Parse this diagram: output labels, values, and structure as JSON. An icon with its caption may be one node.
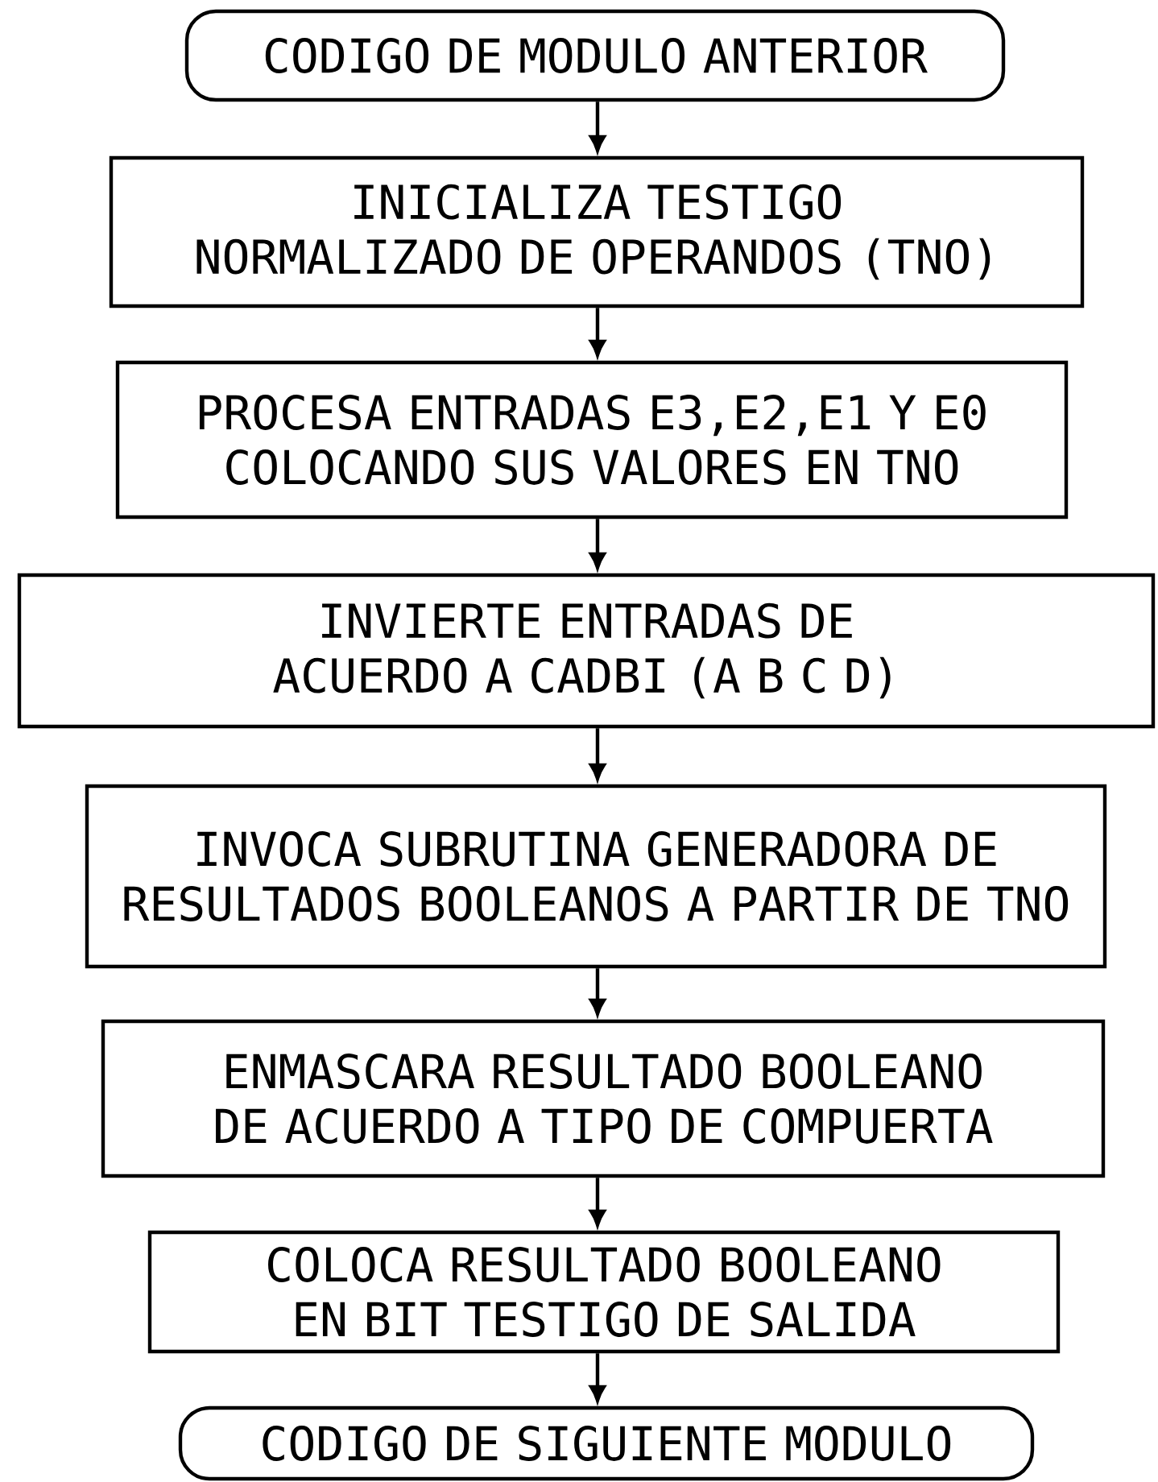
{
  "diagram": {
    "nodes": [
      {
        "text": [
          "CODIGO DE MODULO ANTERIOR"
        ]
      },
      {
        "text": [
          "INICIALIZA TESTIGO NORMALIZADO DE OPERANDOS (TNO)"
        ]
      },
      {
        "text": [
          "PROCESA ENTRADAS E3,E2,E1 Y E0 COLOCANDO SUS VALORES EN TNO"
        ]
      },
      {
        "text": [
          "INVIERTE ENTRADAS DE ACUERDO A CADBI (A B C D)"
        ]
      },
      {
        "text": [
          "INVOCA SUBRUTINA GENERADORA DE RESULTADOS BOOLEANOS A PARTIR DE TNO"
        ]
      },
      {
        "text": [
          "ENMASCARA RESULTADO BOOLEANO DE ACUERDO A TIPO DE COMPUERTA"
        ]
      },
      {
        "text": [
          "COLOCA RESULTADO BOOLEANO EN BIT TESTIGO DE SALIDA"
        ]
      },
      {
        "text": [
          "CODIGO DE SIGUIENTE MODULO"
        ]
      }
    ],
    "edges": [
      {
        "from": 0,
        "to": 1,
        "arrow": "to"
      },
      {
        "from": 1,
        "to": 2,
        "arrow": "to"
      },
      {
        "from": 2,
        "to": 3,
        "arrow": "to"
      },
      {
        "from": 3,
        "to": 4,
        "arrow": "to"
      },
      {
        "from": 4,
        "to": 5,
        "arrow": "to"
      },
      {
        "from": 5,
        "to": 6,
        "arrow": "to"
      },
      {
        "from": 6,
        "to": 7,
        "arrow": "to"
      }
    ]
  }
}
